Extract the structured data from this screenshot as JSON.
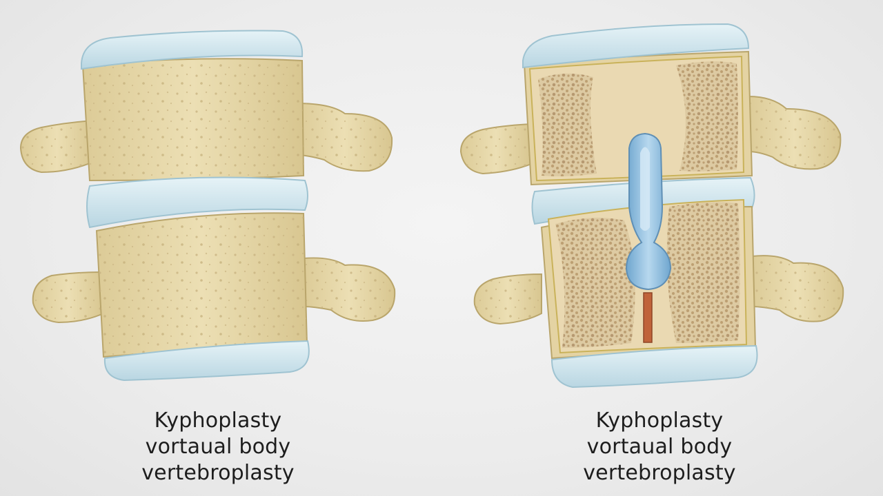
{
  "captions": {
    "left": {
      "line1": "Kyphoplasty",
      "line2": "vortaual body",
      "line3": "vertebroplasty"
    },
    "right": {
      "line1": "Kyphoplasty",
      "line2": "vortaual body",
      "line3": "vertebroplasty"
    }
  },
  "colors": {
    "background": "#ececec",
    "bone": "#e6d7a8",
    "bone_outline": "#b9a56b",
    "disc": "#cfe6ee",
    "cancellous": "#d8bf93",
    "balloon": "#8fbfe0",
    "cannula": "#c0633a"
  },
  "icons": {
    "left_illustration": "intact-vertebrae-illustration",
    "right_illustration": "kyphoplasty-cross-section-illustration"
  }
}
